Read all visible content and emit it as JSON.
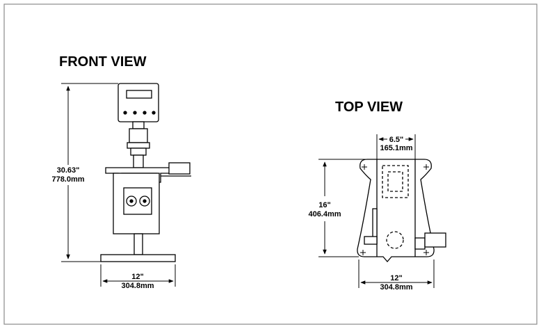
{
  "front_view": {
    "title": "FRONT VIEW",
    "height_in": "30.63\"",
    "height_mm": "778.0mm",
    "width_in": "12\"",
    "width_mm": "304.8mm"
  },
  "top_view": {
    "title": "TOP VIEW",
    "inner_width_in": "6.5\"",
    "inner_width_mm": "165.1mm",
    "depth_in": "16\"",
    "depth_mm": "406.4mm",
    "width_in": "12\"",
    "width_mm": "304.8mm"
  },
  "colors": {
    "ink": "#000000",
    "border": "#8a8a8a",
    "background": "#ffffff"
  }
}
